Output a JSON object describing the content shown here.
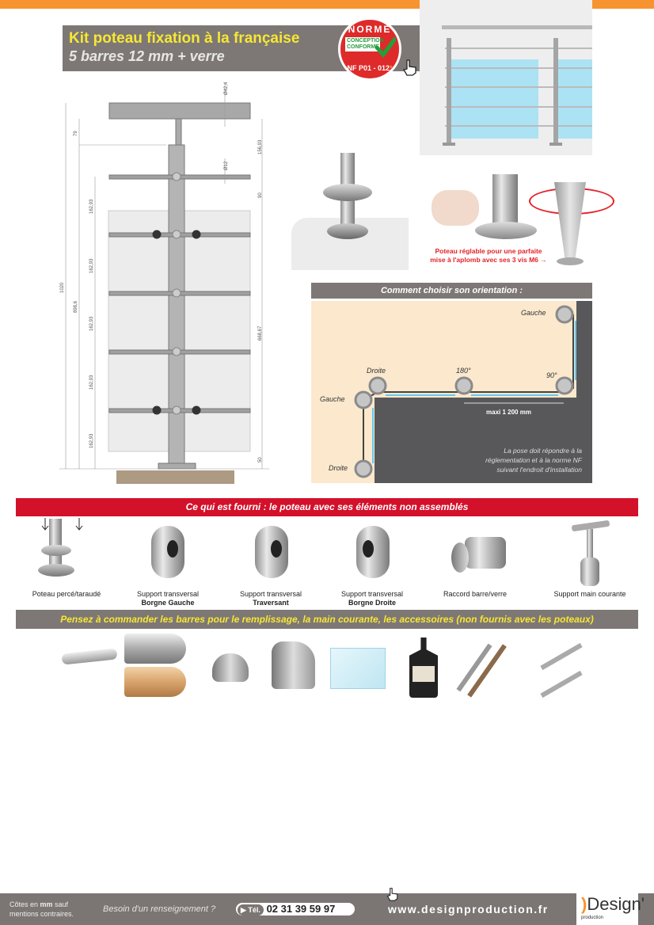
{
  "header": {
    "title": "Kit poteau fixation à la française",
    "subtitle": "5 barres 12 mm + verre",
    "badge": {
      "top": "NORME",
      "middle": "CONCEPTION CONFORME",
      "bottom": "NF P01 - 012",
      "asterisk": "*"
    }
  },
  "drawing": {
    "dims": {
      "handrail_diameter": "Ø42,4",
      "bar_diameter": "Ø12",
      "total_height": "1020",
      "height_898": "898,6",
      "top_79": "79",
      "spacing": "162,93",
      "top_gap": "156,93",
      "gap_90": "90",
      "glass_height": "668,67",
      "bottom_50": "50"
    }
  },
  "adjust_caption": {
    "line1": "Poteau réglable pour une parfaite",
    "line2": "mise à l'aplomb avec ses 3 vis M6 →"
  },
  "orientation": {
    "title": "Comment choisir son orientation :",
    "labels": {
      "gauche_top": "Gauche",
      "droite_mid": "Droite",
      "deg180": "180°",
      "deg90": "90°",
      "gauche_left": "Gauche",
      "droite_bottom": "Droite"
    },
    "max": "maxi 1 200 mm",
    "note": [
      "La pose doit répondre à la",
      "réglementation et à la norme NF",
      "suivant l'endroit d'installation"
    ]
  },
  "supplied": {
    "title": "Ce qui est fourni : le poteau avec ses éléments non assemblés",
    "items": [
      {
        "line1": "Poteau percé/taraudé",
        "line2": ""
      },
      {
        "line1": "Support transversal",
        "line2": "Borgne Gauche"
      },
      {
        "line1": "Support transversal",
        "line2": "Traversant"
      },
      {
        "line1": "Support transversal",
        "line2": "Borgne Droite"
      },
      {
        "line1": "Raccord barre/verre",
        "line2": ""
      },
      {
        "line1": "Support main courante",
        "line2": ""
      }
    ]
  },
  "reminder": "Pensez à commander les barres pour le remplissage, la main courante, les accessoires (non fournis avec les poteaux)",
  "footer": {
    "note_line1_a": "Côtes en ",
    "note_mm": "mm",
    "note_line1_b": " sauf",
    "note_line2": "mentions contraires.",
    "question": "Besoin d'un renseignement ?",
    "tel_label": "Tél.",
    "phone": "02 31 39 59 97",
    "website": "www.designproduction.fr",
    "logo": "Design'",
    "logo_sub": "production"
  },
  "colors": {
    "orange": "#f7942f",
    "gray": "#7d7875",
    "red": "#d3112b",
    "yellow": "#f7e733"
  }
}
